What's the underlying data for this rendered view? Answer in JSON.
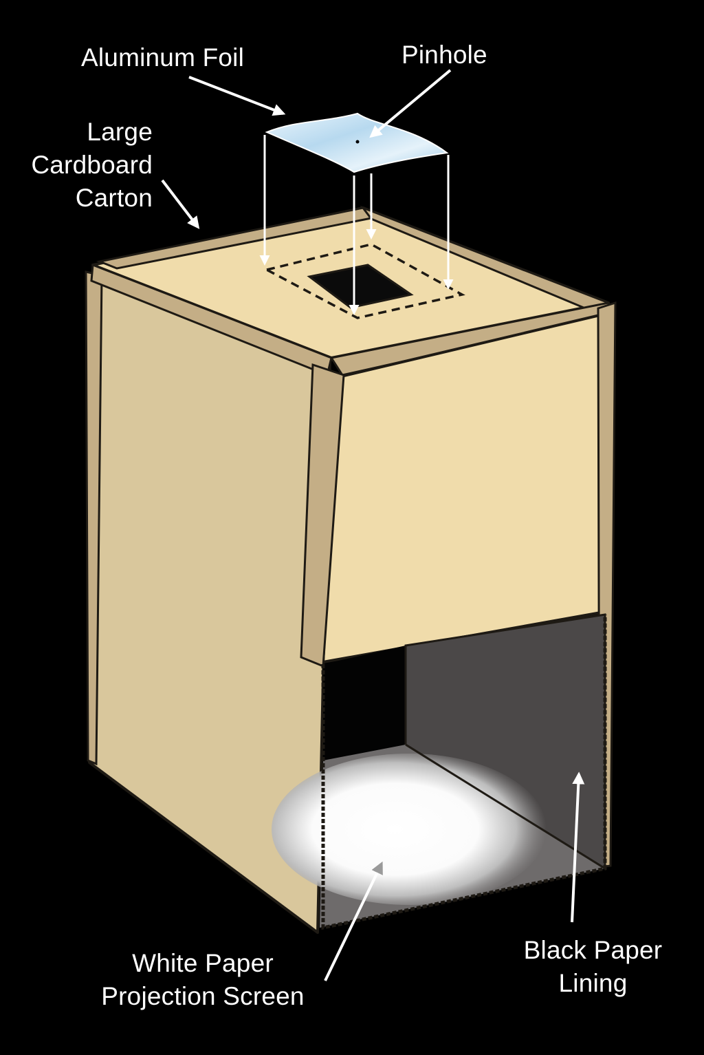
{
  "labels": {
    "aluminum_foil": "Aluminum Foil",
    "pinhole": "Pinhole",
    "large_cardboard_carton": "Large\nCardboard\nCarton",
    "white_paper_projection_screen": "White Paper\nProjection Screen",
    "black_paper_lining": "Black Paper\nLining"
  },
  "colors": {
    "background": "#000000",
    "cardboard_light": "#f0dcab",
    "cardboard_side": "#d9c79c",
    "cardboard_edge": "#c4ae86",
    "black_lining": "#4b4848",
    "foil": "#cfe6f5",
    "arrow": "#ffffff"
  }
}
